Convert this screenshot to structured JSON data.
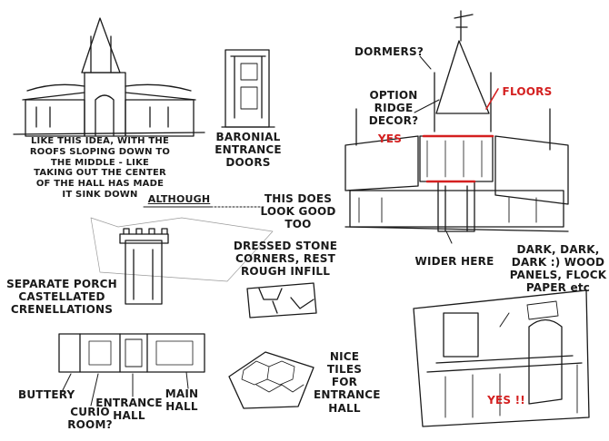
{
  "sheet": {
    "title": "Concept sketch sheet - hall building"
  },
  "annotations": {
    "roof_idea": "LIKE THIS IDEA, WITH THE\nROOFS SLOPING DOWN TO\nTHE MIDDLE - LIKE\nTAKING OUT THE CENTER\nOF THE HALL HAS MADE\nIT SINK DOWN",
    "although": "ALTHOUGH",
    "this_does": "THIS DOES\nLOOK GOOD\nTOO",
    "baronial": "BARONIAL\nENTRANCE\nDOORS",
    "dormers": "DORMERS?",
    "option_ridge": "OPTION\nRIDGE\nDECOR?",
    "floors": "FLOORS",
    "yes": "YES",
    "dressed_stone": "DRESSED STONE\nCORNERS, REST\nROUGH INFILL",
    "wider_here": "WIDER HERE",
    "dark_wood": "DARK, DARK,\nDARK :) WOOD\nPANELS, FLOCK\nPAPER etc",
    "separate_porch": "SEPARATE PORCH\nCASTELLATED\nCRENELLATIONS",
    "nice_tiles": "NICE TILES\nFOR\nENTRANCE\nHALL",
    "buttery": "BUTTERY",
    "curio_room": "CURIO\nROOM?",
    "entrance_hall": "ENTRANCE\nHALL",
    "main_hall": "MAIN\nHALL",
    "yes_excl": "YES !!"
  },
  "colors": {
    "ink": "#1a1a1a",
    "accent_red": "#d42020",
    "shade": "#9a9a9a"
  }
}
